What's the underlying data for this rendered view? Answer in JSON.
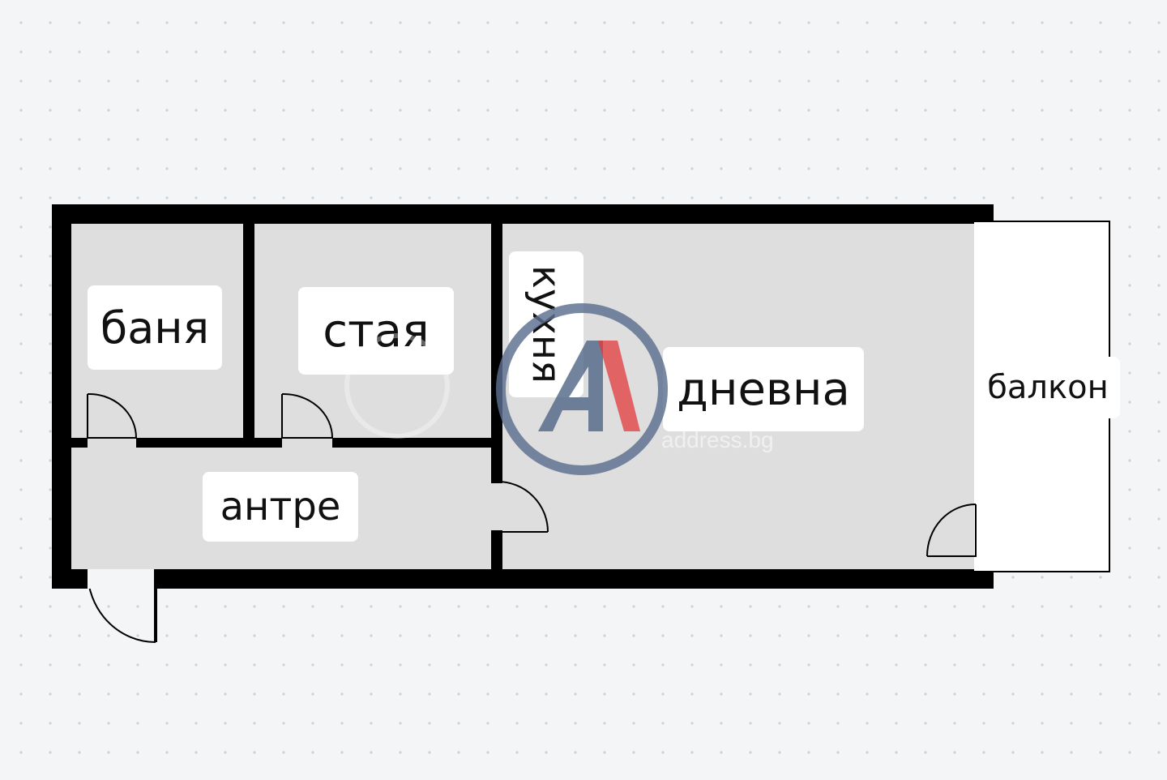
{
  "plan": {
    "rooms": {
      "bathroom": "баня",
      "bedroom": "стая",
      "kitchen": "кухня",
      "living_room": "дневна",
      "balcony": "балкон",
      "hallway": "антре"
    }
  },
  "watermark": {
    "logo_letter": "A",
    "site": "address.bg"
  },
  "colors": {
    "wall": "#000000",
    "floor": "#dedede",
    "balcony": "#ffffff",
    "label_bg": "#ffffff",
    "logo_ring": "#5b6f8f",
    "logo_accent": "#e23a3a"
  }
}
